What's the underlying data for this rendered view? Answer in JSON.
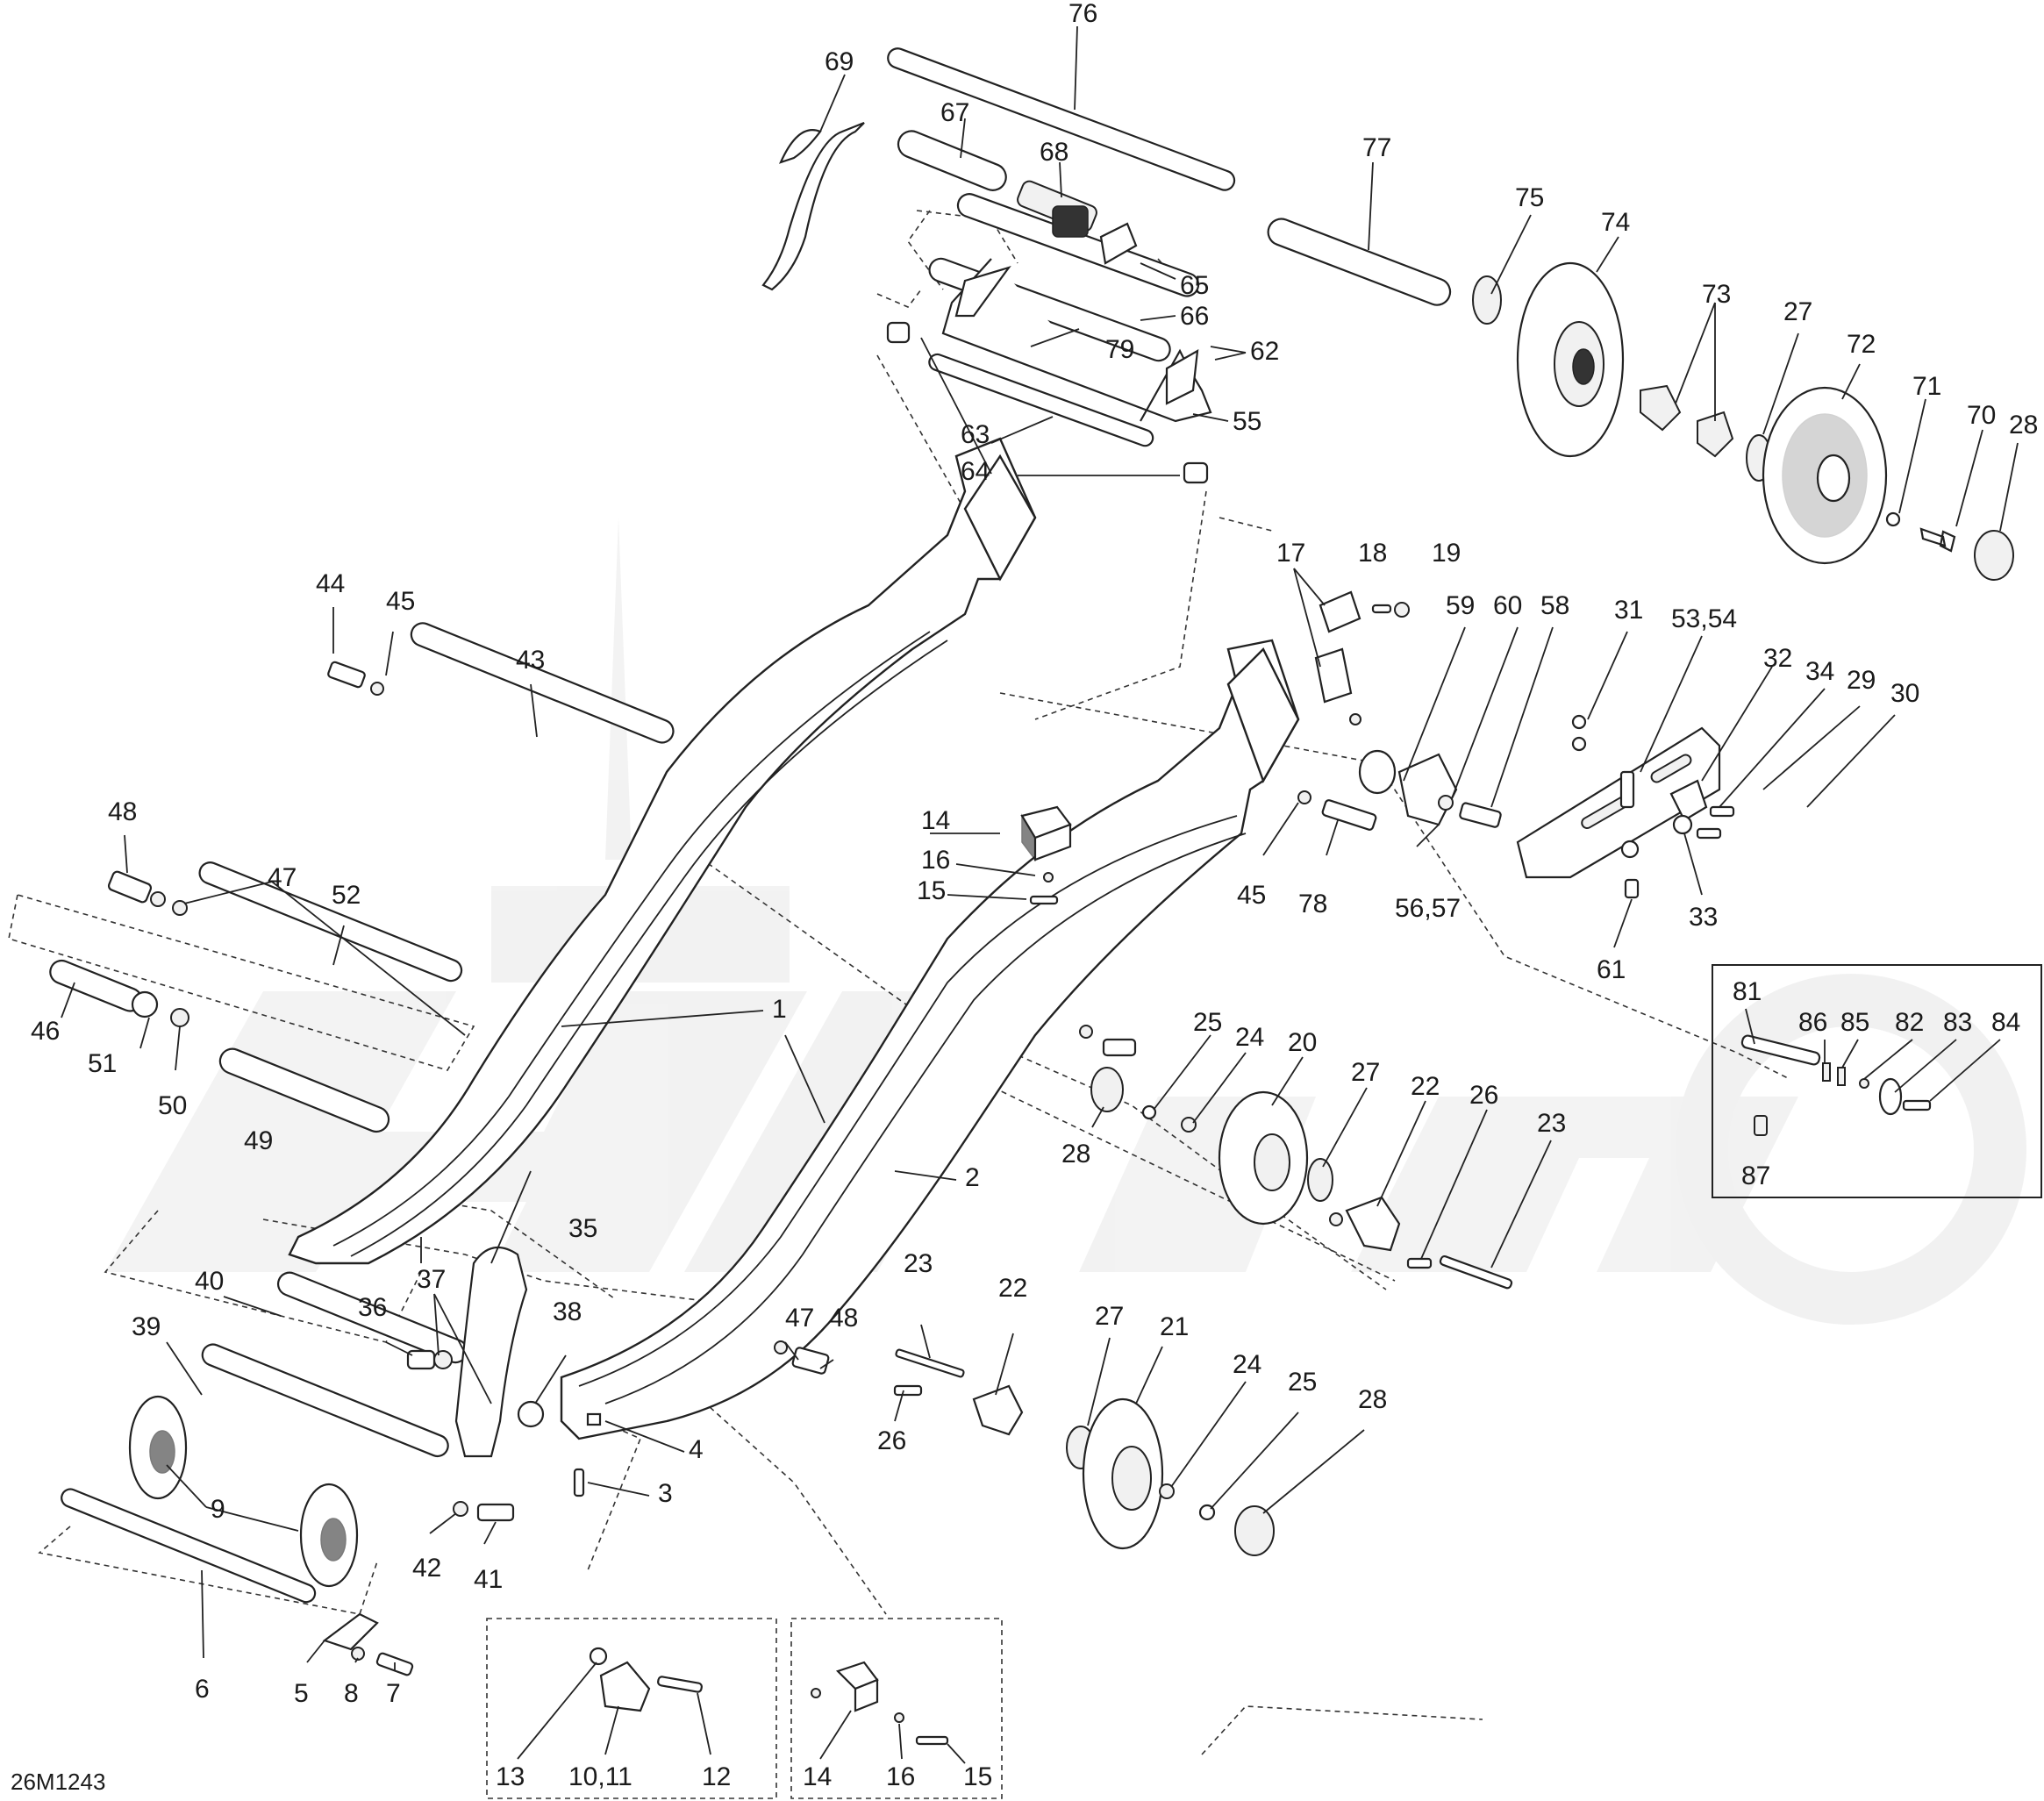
{
  "diagram_code": "26M1243",
  "callouts": {
    "c1": "1",
    "c2": "2",
    "c3": "3",
    "c4": "4",
    "c5": "5",
    "c6": "6",
    "c7": "7",
    "c8": "8",
    "c9": "9",
    "c10_11": "10,11",
    "c12": "12",
    "c13": "13",
    "c14a": "14",
    "c14b": "14",
    "c15a": "15",
    "c15b": "15",
    "c16a": "16",
    "c16b": "16",
    "c17": "17",
    "c18": "18",
    "c19": "19",
    "c20": "20",
    "c21": "21",
    "c22a": "22",
    "c22b": "22",
    "c23a": "23",
    "c23b": "23",
    "c24a": "24",
    "c24b": "24",
    "c25a": "25",
    "c25b": "25",
    "c26a": "26",
    "c26b": "26",
    "c27a": "27",
    "c27b": "27",
    "c27c": "27",
    "c28a": "28",
    "c28b": "28",
    "c28c": "28",
    "c29": "29",
    "c30": "30",
    "c31": "31",
    "c32": "32",
    "c33": "33",
    "c34": "34",
    "c35": "35",
    "c36": "36",
    "c37": "37",
    "c38": "38",
    "c39": "39",
    "c40": "40",
    "c41": "41",
    "c42": "42",
    "c43": "43",
    "c44": "44",
    "c45a": "45",
    "c45b": "45",
    "c46": "46",
    "c47a": "47",
    "c47b": "47",
    "c48a": "48",
    "c48b": "48",
    "c49": "49",
    "c50": "50",
    "c51": "51",
    "c52": "52",
    "c53_54": "53,54",
    "c55": "55",
    "c56_57": "56,57",
    "c58": "58",
    "c59": "59",
    "c60": "60",
    "c61": "61",
    "c62": "62",
    "c63": "63",
    "c64": "64",
    "c65": "65",
    "c66": "66",
    "c67": "67",
    "c68": "68",
    "c69": "69",
    "c70": "70",
    "c71": "71",
    "c72": "72",
    "c73": "73",
    "c74": "74",
    "c75": "75",
    "c76": "76",
    "c77": "77",
    "c78": "78",
    "c79": "79",
    "c81": "81",
    "c82": "82",
    "c83": "83",
    "c84": "84",
    "c85": "85",
    "c86": "86",
    "c87": "87"
  },
  "icons": [
    "rail-slide",
    "idler-wheel",
    "shaft",
    "bolt",
    "washer",
    "nut",
    "bracket",
    "bushing",
    "spring"
  ]
}
